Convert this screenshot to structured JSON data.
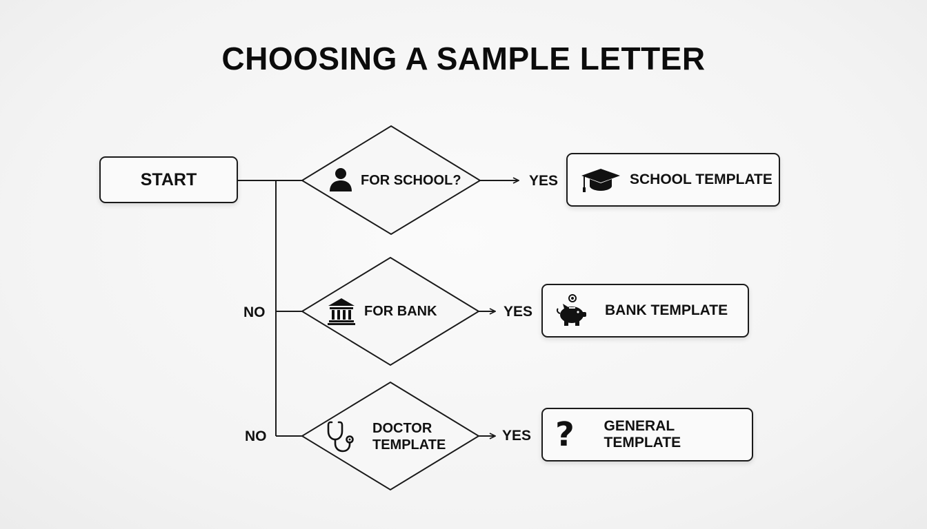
{
  "title": "CHOOSING A SAMPLE LETTER",
  "start": {
    "label": "START"
  },
  "decisions": [
    {
      "id": "school",
      "label_line1": "FOR SCHOOL?",
      "label_line2": "",
      "icon": "person-icon",
      "yes_label": "YES",
      "no_label": ""
    },
    {
      "id": "bank",
      "label_line1": "FOR BANK",
      "label_line2": "",
      "icon": "bank-building-icon",
      "yes_label": "YES",
      "no_label": "NO"
    },
    {
      "id": "doctor",
      "label_line1": "DOCTOR",
      "label_line2": "TEMPLATE",
      "icon": "stethoscope-icon",
      "yes_label": "YES",
      "no_label": "NO"
    }
  ],
  "results": [
    {
      "id": "school",
      "label": "SCHOOL TEMPLATE",
      "icon": "graduation-cap-icon"
    },
    {
      "id": "bank",
      "label": "BANK TEMPLATE",
      "icon": "piggy-bank-icon"
    },
    {
      "id": "general",
      "label": "GENERAL TEMPLATE",
      "icon": "question-mark-icon",
      "icon_glyph": "?"
    }
  ],
  "colors": {
    "stroke": "#1a1a1a",
    "background": "#f4f4f4",
    "box_fill": "#fafafa"
  }
}
